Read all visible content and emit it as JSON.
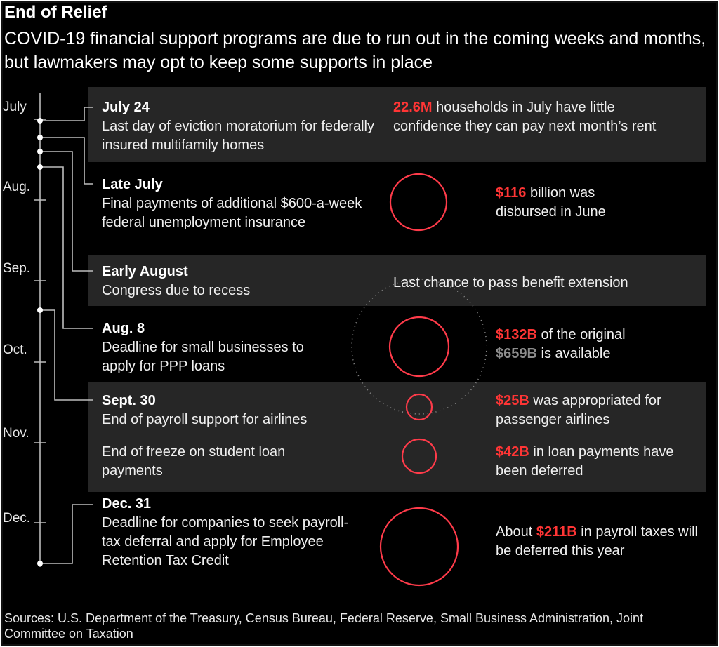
{
  "title": "End of Relief",
  "subtitle": "COVID-19 financial support programs are due to run out in the coming weeks and months, but lawmakers may opt to keep some supports in place",
  "months": [
    "July",
    "Aug.",
    "Sep.",
    "Oct.",
    "Nov.",
    "Dec."
  ],
  "events": [
    {
      "date": "July 24",
      "desc": "Last day of eviction moratorium for federally insured multifamily homes",
      "note_red": "22.6M",
      "note_rest": " households in July have little confidence they can pay next month’s rent"
    },
    {
      "date": "Late July",
      "desc": "Final payments of additional $600-a-week federal unemployment insurance",
      "note_red": "$116",
      "note_rest": " billion was disbursed in June",
      "circle_value_billion": 116
    },
    {
      "date": "Early August",
      "desc": "Congress due to recess",
      "note_plain": "Last chance to pass benefit extension"
    },
    {
      "date": "Aug. 8",
      "desc": "Deadline for small businesses to apply for PPP loans",
      "note_red": "$132B",
      "note_mid": " of the original ",
      "note_gray": "$659B",
      "note_rest": " is available",
      "circle_value_billion": 132,
      "outer_circle_value_billion": 659
    },
    {
      "date": "Sept. 30",
      "desc": "End of payroll support for airlines",
      "note_red": "$25B",
      "note_rest": " was appropriated for passenger airlines",
      "circle_value_billion": 25
    },
    {
      "desc": "End of freeze on student loan payments",
      "note_red": "$42B",
      "note_rest": " in loan payments have been deferred",
      "circle_value_billion": 42
    },
    {
      "date": "Dec. 31",
      "desc": "Deadline for companies to seek payroll-tax deferral and apply for Employee Retention Tax Credit",
      "note_pre": "About ",
      "note_red": "$211B",
      "note_rest": " in payroll taxes will be deferred this year",
      "circle_value_billion": 211
    }
  ],
  "source": "Sources: U.S. Department of the Treasury, Census Bureau, Federal Reserve, Small Business Administration, Joint Committee on Taxation",
  "colors": {
    "background": "#000000",
    "band": "#262626",
    "accent": "#ff3535",
    "muted": "#8d8d8d"
  }
}
